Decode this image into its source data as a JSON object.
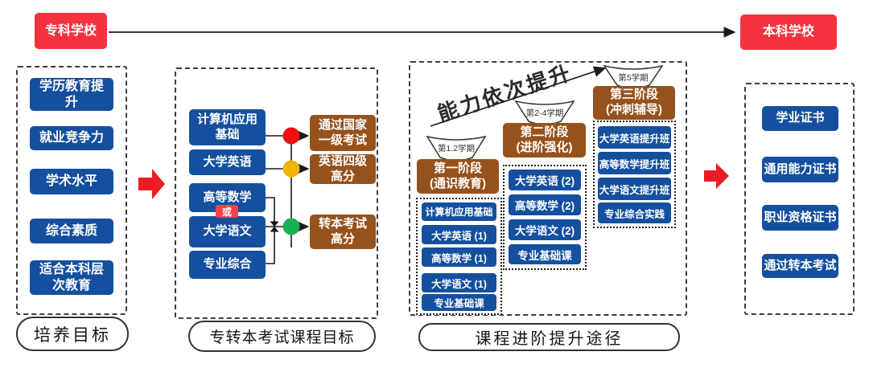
{
  "top": {
    "source_label": "专科学校",
    "target_label": "本科学校"
  },
  "col1": {
    "items": [
      "学历教育提升",
      "就业竞争力",
      "学术水平",
      "综合素质",
      "适合本科层次教育"
    ],
    "footer": "培养目标"
  },
  "col2": {
    "courses": [
      "计算机应用基础",
      "大学英语",
      "高等数学",
      "大学语文",
      "专业综合"
    ],
    "or_label": "或",
    "outcomes": [
      "通过国家一级考试",
      "英语四级高分",
      "转本考试高分"
    ],
    "footer": "专转本考试课程目标"
  },
  "col3": {
    "ability_text": "能力依次提升",
    "footer": "课程进阶提升途径",
    "stages": [
      {
        "semester": "第1.2学期",
        "title": "第一阶段",
        "subtitle": "(通识教育)",
        "courses": [
          "计算机应用基础",
          "大学英语 (1)",
          "高等数学 (1)",
          "大学语文 (1)",
          "专业基础课"
        ]
      },
      {
        "semester": "第2-4学期",
        "title": "第二阶段",
        "subtitle": "(进阶强化)",
        "courses": [
          "大学英语 (2)",
          "高等数学 (2)",
          "大学语文 (2)",
          "专业基础课"
        ]
      },
      {
        "semester": "第5学期",
        "title": "第三阶段",
        "subtitle": "(冲刺辅导)",
        "courses": [
          "大学英语提升班",
          "高等数学提升班",
          "大学语文提升班",
          "专业综合实践"
        ]
      }
    ]
  },
  "col4": {
    "items": [
      "学业证书",
      "通用能力证书",
      "职业资格证书",
      "通过转本考试"
    ]
  },
  "colors": {
    "box_blue": "#15509f",
    "box_brown": "#96521c",
    "box_red": "#f5333e",
    "arrow_red": "#ed1c24",
    "dot_red": "#ee0f0f",
    "dot_yellow": "#efb301",
    "dot_green": "#17b055",
    "line_dark": "#1a1a1a"
  }
}
